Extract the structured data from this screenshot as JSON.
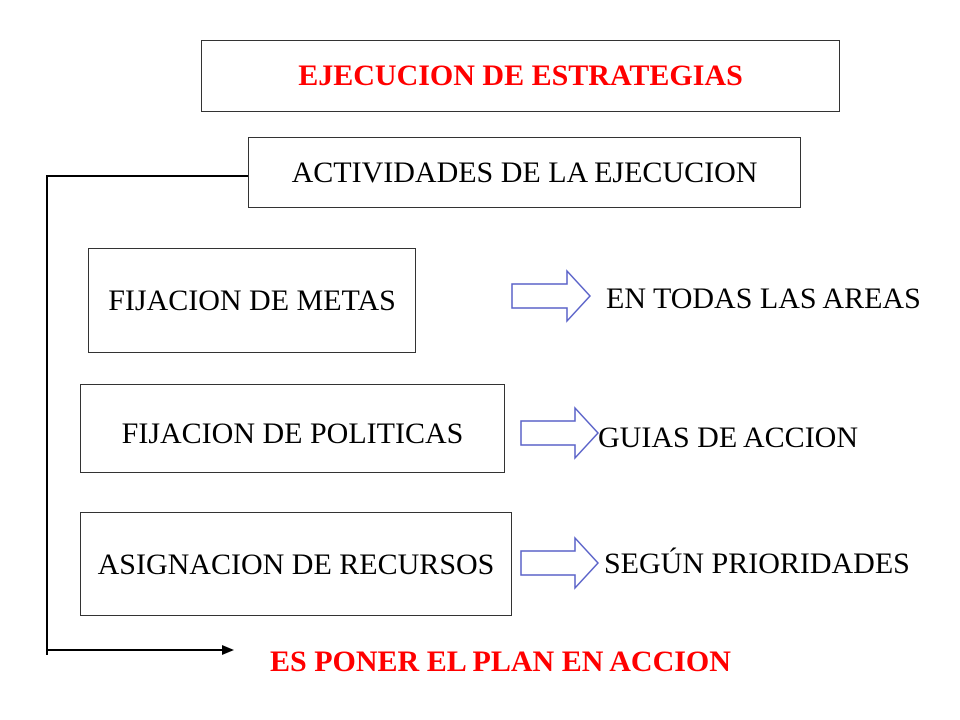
{
  "header": {
    "title": "EJECUCION DE ESTRATEGIAS",
    "subtitle": "ACTIVIDADES DE LA EJECUCION"
  },
  "rows": [
    {
      "activity": "FIJACION DE METAS",
      "result": "EN TODAS LAS AREAS"
    },
    {
      "activity": "FIJACION DE POLITICAS",
      "result": "GUIAS DE ACCION"
    },
    {
      "activity": "ASIGNACION DE RECURSOS",
      "result": "SEGÚN PRIORIDADES"
    }
  ],
  "footer": {
    "conclusion": "ES PONER EL PLAN EN ACCION"
  },
  "colors": {
    "accent": "#ff0000",
    "stroke": "#333333",
    "arrow_stroke": "#5b63c9"
  }
}
